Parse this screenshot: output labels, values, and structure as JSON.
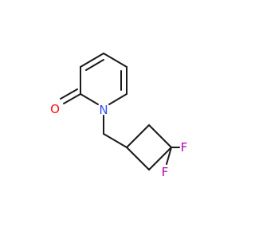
{
  "molecule": {
    "atoms": {
      "oxygen": {
        "symbol": "O",
        "element": "oxygen",
        "color": "#ff0d0d"
      },
      "nitrogen": {
        "symbol": "N",
        "element": "nitrogen",
        "color": "#3050f8"
      },
      "fluorine_1": {
        "symbol": "F",
        "element": "fluorine",
        "color": "#b400b4"
      },
      "fluorine_2": {
        "symbol": "F",
        "element": "fluorine",
        "color": "#b400b4"
      }
    },
    "bond_color": "#1a1a1a"
  }
}
